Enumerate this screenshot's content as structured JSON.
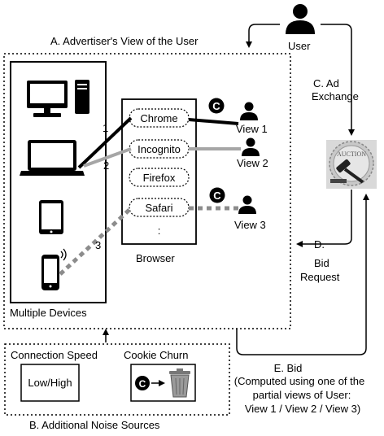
{
  "section_a": {
    "title": "A. Advertiser's View of the User"
  },
  "user": {
    "label": "User"
  },
  "section_c": {
    "line1": "C.  Ad",
    "line2": "Exchange"
  },
  "auction_logo_text": "AUCTION",
  "browsers": {
    "items": [
      "Chrome",
      "Incognito",
      "Firefox",
      "Safari",
      ":"
    ],
    "caption": "Browser"
  },
  "paths": {
    "p1": "1",
    "p2": "2",
    "p3": "3"
  },
  "views": {
    "v1": "View 1",
    "v2": "View 2",
    "v3": "View 3"
  },
  "devices": {
    "caption": "Multiple Devices"
  },
  "cookie_glyph": "C",
  "section_d": {
    "line1": "D.",
    "line2": "Bid",
    "line3": "Request"
  },
  "section_e": {
    "line1": "E.  Bid",
    "line2": "(Computed using one of the",
    "line3": "partial views of User:",
    "line4": "View 1 / View 2 / View 3)"
  },
  "section_b": {
    "title": "B. Additional Noise Sources",
    "connection_speed_label": "Connection Speed",
    "connection_speed_value": "Low/High",
    "cookie_churn_label": "Cookie Churn"
  },
  "colors": {
    "black": "#000000",
    "gray": "#a6a6a6",
    "dashed_gray": "#8c8c8c",
    "auction_bg": "#d9d9d9"
  }
}
